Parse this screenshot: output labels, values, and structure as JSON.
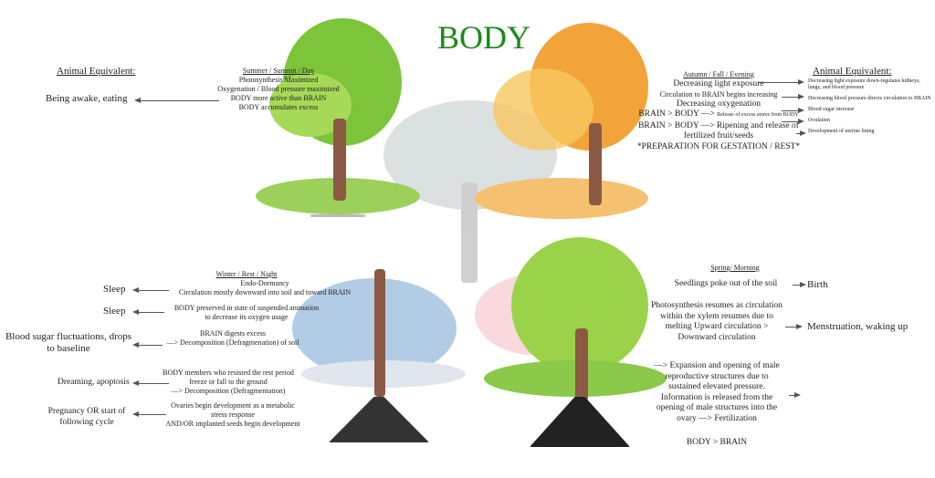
{
  "title": "BODY",
  "left_header": "Animal Equivalent:",
  "right_header": "Animal Equivalent:",
  "summer": {
    "heading": "Summer / Summit / Day",
    "lines": [
      "Photosynthesis Maximized",
      "Oxygenation / Blood pressure maximized",
      "BODY more active than BRAIN",
      "BODY accumulates excess"
    ],
    "animal": "Being awake, eating"
  },
  "autumn": {
    "heading": "Autumn / Fall / Evening",
    "lines": [
      "Decreasing light exposure",
      "Circulation to BRAIN begins increasing",
      "Decreasing oxygenation",
      "BRAIN > BODY —>",
      "Release of excess stores from BODY",
      "BRAIN > BODY —> Ripening and release of",
      "fertilized fruit/seeds",
      "*PREPARATION FOR GESTATION / REST*"
    ],
    "animal": [
      "Decreasing light exposure down-regulates kidneys, lungs, and blood pressure",
      "Decreasing blood pressure directs circulation to BRAIN",
      "Blood sugar increase",
      "Ovulation",
      "Development of uterine lining"
    ]
  },
  "winter": {
    "heading": "Winter / Rest / Night",
    "blocks": [
      {
        "text": [
          "Endo-Dormancy",
          "Circulation mostly downward into soil and toward BRAIN"
        ],
        "animal": "Sleep"
      },
      {
        "text": [
          "BODY preserved in state of suspended animation",
          "to decrease its oxygen usage"
        ],
        "animal": "Sleep"
      },
      {
        "text": [
          "BRAIN digests excess",
          "—> Decomposition (Defragmenation) of soil"
        ],
        "animal": "Blood sugar fluctuations, drops to baseline"
      },
      {
        "text": [
          "BODY members who resisted the rest period",
          "freeze or fall to the ground",
          "—> Decomposition (Defragmentation)"
        ],
        "animal": "Dreaming, apoptosis"
      },
      {
        "text": [
          "Ovaries begin development as a metabolic",
          "stress response",
          "AND/OR implanted seeds begin development"
        ],
        "animal": "Pregnancy OR start of following cycle"
      }
    ]
  },
  "spring": {
    "heading": "Spring/ Morning",
    "blocks": [
      {
        "text": "Seedlings poke out of the soil",
        "animal": "Birth"
      },
      {
        "text": "Photosynthesis resumes as circulation within the xylem resumes due to melting Upward circulation > Downward circulation",
        "animal": "Menstruation, waking up"
      },
      {
        "text": "—> Expansion and opening of male reproductive structures due to sustained elevated pressure. Information is released from the opening of male structures into the ovary —> Fertilization"
      }
    ],
    "footer": "BODY > BRAIN"
  },
  "colors": {
    "title": "#1a8a1a",
    "summer": "#7cc43a",
    "autumn": "#f2a33a",
    "winter": "#9fbfe0",
    "spring": "#9ad24a"
  }
}
